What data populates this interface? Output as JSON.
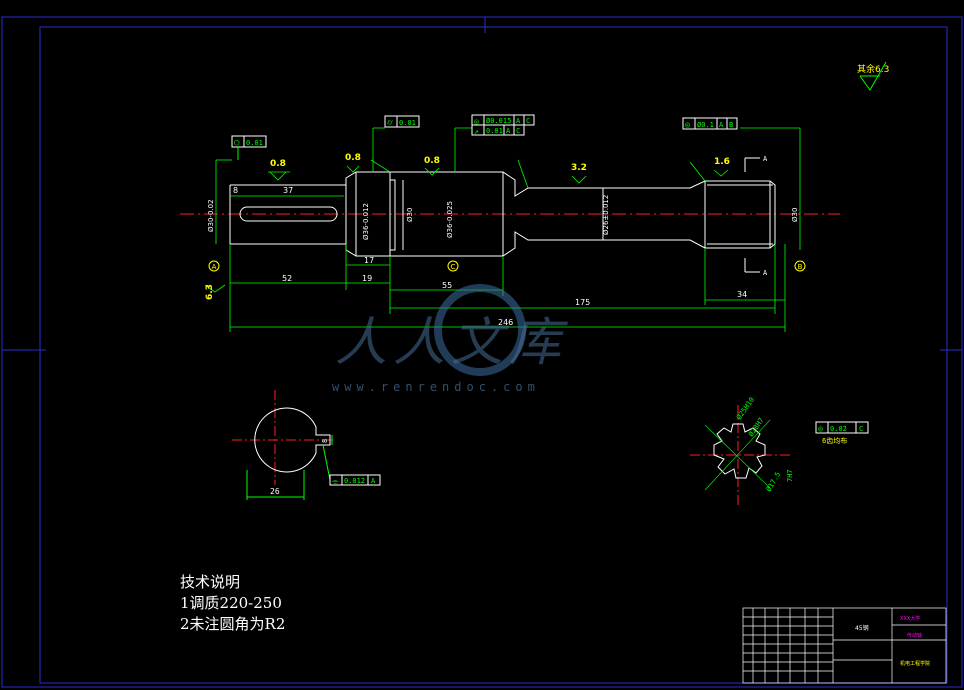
{
  "dimensions": {
    "d1": "37",
    "d2": "8",
    "d3": "52",
    "d4": "19",
    "d5": "17",
    "d6": "55",
    "d7": "175",
    "d8": "246",
    "d9": "34",
    "d10": "26",
    "d11": "8"
  },
  "diameters": {
    "left": "Ø30-0.02",
    "shoulder": "Ø36-0.012",
    "groove": "Ø30",
    "mid": "Ø36-0.025",
    "neck": "Ø26±0.012",
    "right": "Ø30"
  },
  "roughness": {
    "r1": "0.8",
    "r2": "0.8",
    "r3": "0.8",
    "r4": "3.2",
    "r5": "1.6",
    "r6": "6.3",
    "general": "其余6.3"
  },
  "tolerance_frames": {
    "f1": {
      "symbol": "○",
      "value": "0.01"
    },
    "f2": {
      "symbol": "⌭",
      "value": "0.01"
    },
    "f3": {
      "symbol": "◎",
      "value": "Ø0.015",
      "datum1": "A",
      "datum2": "C"
    },
    "f4": {
      "symbol": "↗",
      "value": "0.01",
      "datum1": "A",
      "datum2": "C"
    },
    "f5": {
      "symbol": "◎",
      "value": "Ø0.1",
      "datum1": "A",
      "datum2": "B"
    },
    "f6": {
      "symbol": "⌯",
      "value": "0.012",
      "datum1": "A"
    },
    "f7": {
      "symbol": "◎",
      "value": "0.02",
      "datum1": "C"
    }
  },
  "datums": {
    "a": "A",
    "b": "B",
    "c": "C"
  },
  "section_labels": {
    "a1": "A",
    "a2": "A",
    "spline_note": "6齿均布"
  },
  "spline_dims": {
    "s1": "Ø25H10",
    "s2": "Ø28H7",
    "s3": "Ø17.5",
    "s4": "7H7"
  },
  "notes": {
    "title": "技术说明",
    "line1": "1调质220-250",
    "line2": "2未注圆角为R2"
  },
  "title_block": {
    "material": "45钢",
    "school": "XXX大学",
    "part": "传动轴",
    "company": "机电工程学院"
  },
  "watermark": {
    "text": "人人文库",
    "url": "www.renrendoc.com"
  },
  "colors": {
    "background": "#000000",
    "frame": "#2b2bd0",
    "outline": "#ffffff",
    "dimension": "#00ff00",
    "centerline": "#ff2020",
    "annotation": "#ffff00",
    "magenta": "#ff00ff"
  }
}
